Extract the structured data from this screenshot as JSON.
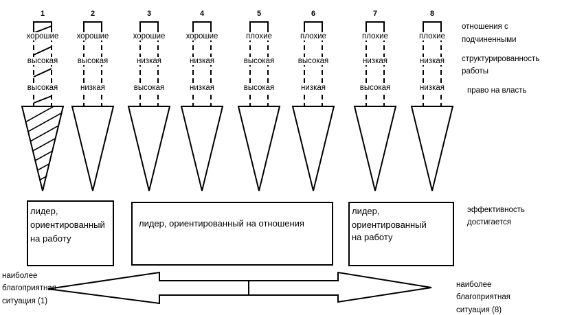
{
  "columns": [
    {
      "number": "1",
      "relations": "хорошие",
      "structure": "высокая",
      "power": "высокая",
      "hatched": true
    },
    {
      "number": "2",
      "relations": "хорошие",
      "structure": "высокая",
      "power": "низкая",
      "hatched": false
    },
    {
      "number": "3",
      "relations": "хорошие",
      "structure": "низкая",
      "power": "высокая",
      "hatched": false
    },
    {
      "number": "4",
      "relations": "хорошие",
      "structure": "низкая",
      "power": "низкая",
      "hatched": false
    },
    {
      "number": "5",
      "relations": "плохие",
      "structure": "высокая",
      "power": "высокая",
      "hatched": false
    },
    {
      "number": "6",
      "relations": "плохие",
      "structure": "высокая",
      "power": "низкая",
      "hatched": false
    },
    {
      "number": "7",
      "relations": "плохие",
      "structure": "низкая",
      "power": "высокая",
      "hatched": false
    },
    {
      "number": "8",
      "relations": "плохие",
      "structure": "низкая",
      "power": "низкая",
      "hatched": false
    }
  ],
  "row_labels": {
    "relations": [
      "отношения с",
      "подчиненными"
    ],
    "structure": [
      "структурированность",
      "работы"
    ],
    "power": [
      "право на власть"
    ],
    "effectiveness": [
      "эффективность",
      "достигается"
    ]
  },
  "boxes": [
    {
      "lines": [
        "лидер,",
        "ориентированный",
        "на работу"
      ]
    },
    {
      "lines": [
        "лидер, ориентированный на отношения"
      ]
    },
    {
      "lines": [
        "лидер,",
        "ориентированный",
        "на работу"
      ]
    }
  ],
  "bottom_left": [
    "наиболее",
    "благоприятная",
    "ситуация (1)"
  ],
  "bottom_right": [
    "наиболее",
    "благоприятная",
    "ситуация (8)"
  ]
}
